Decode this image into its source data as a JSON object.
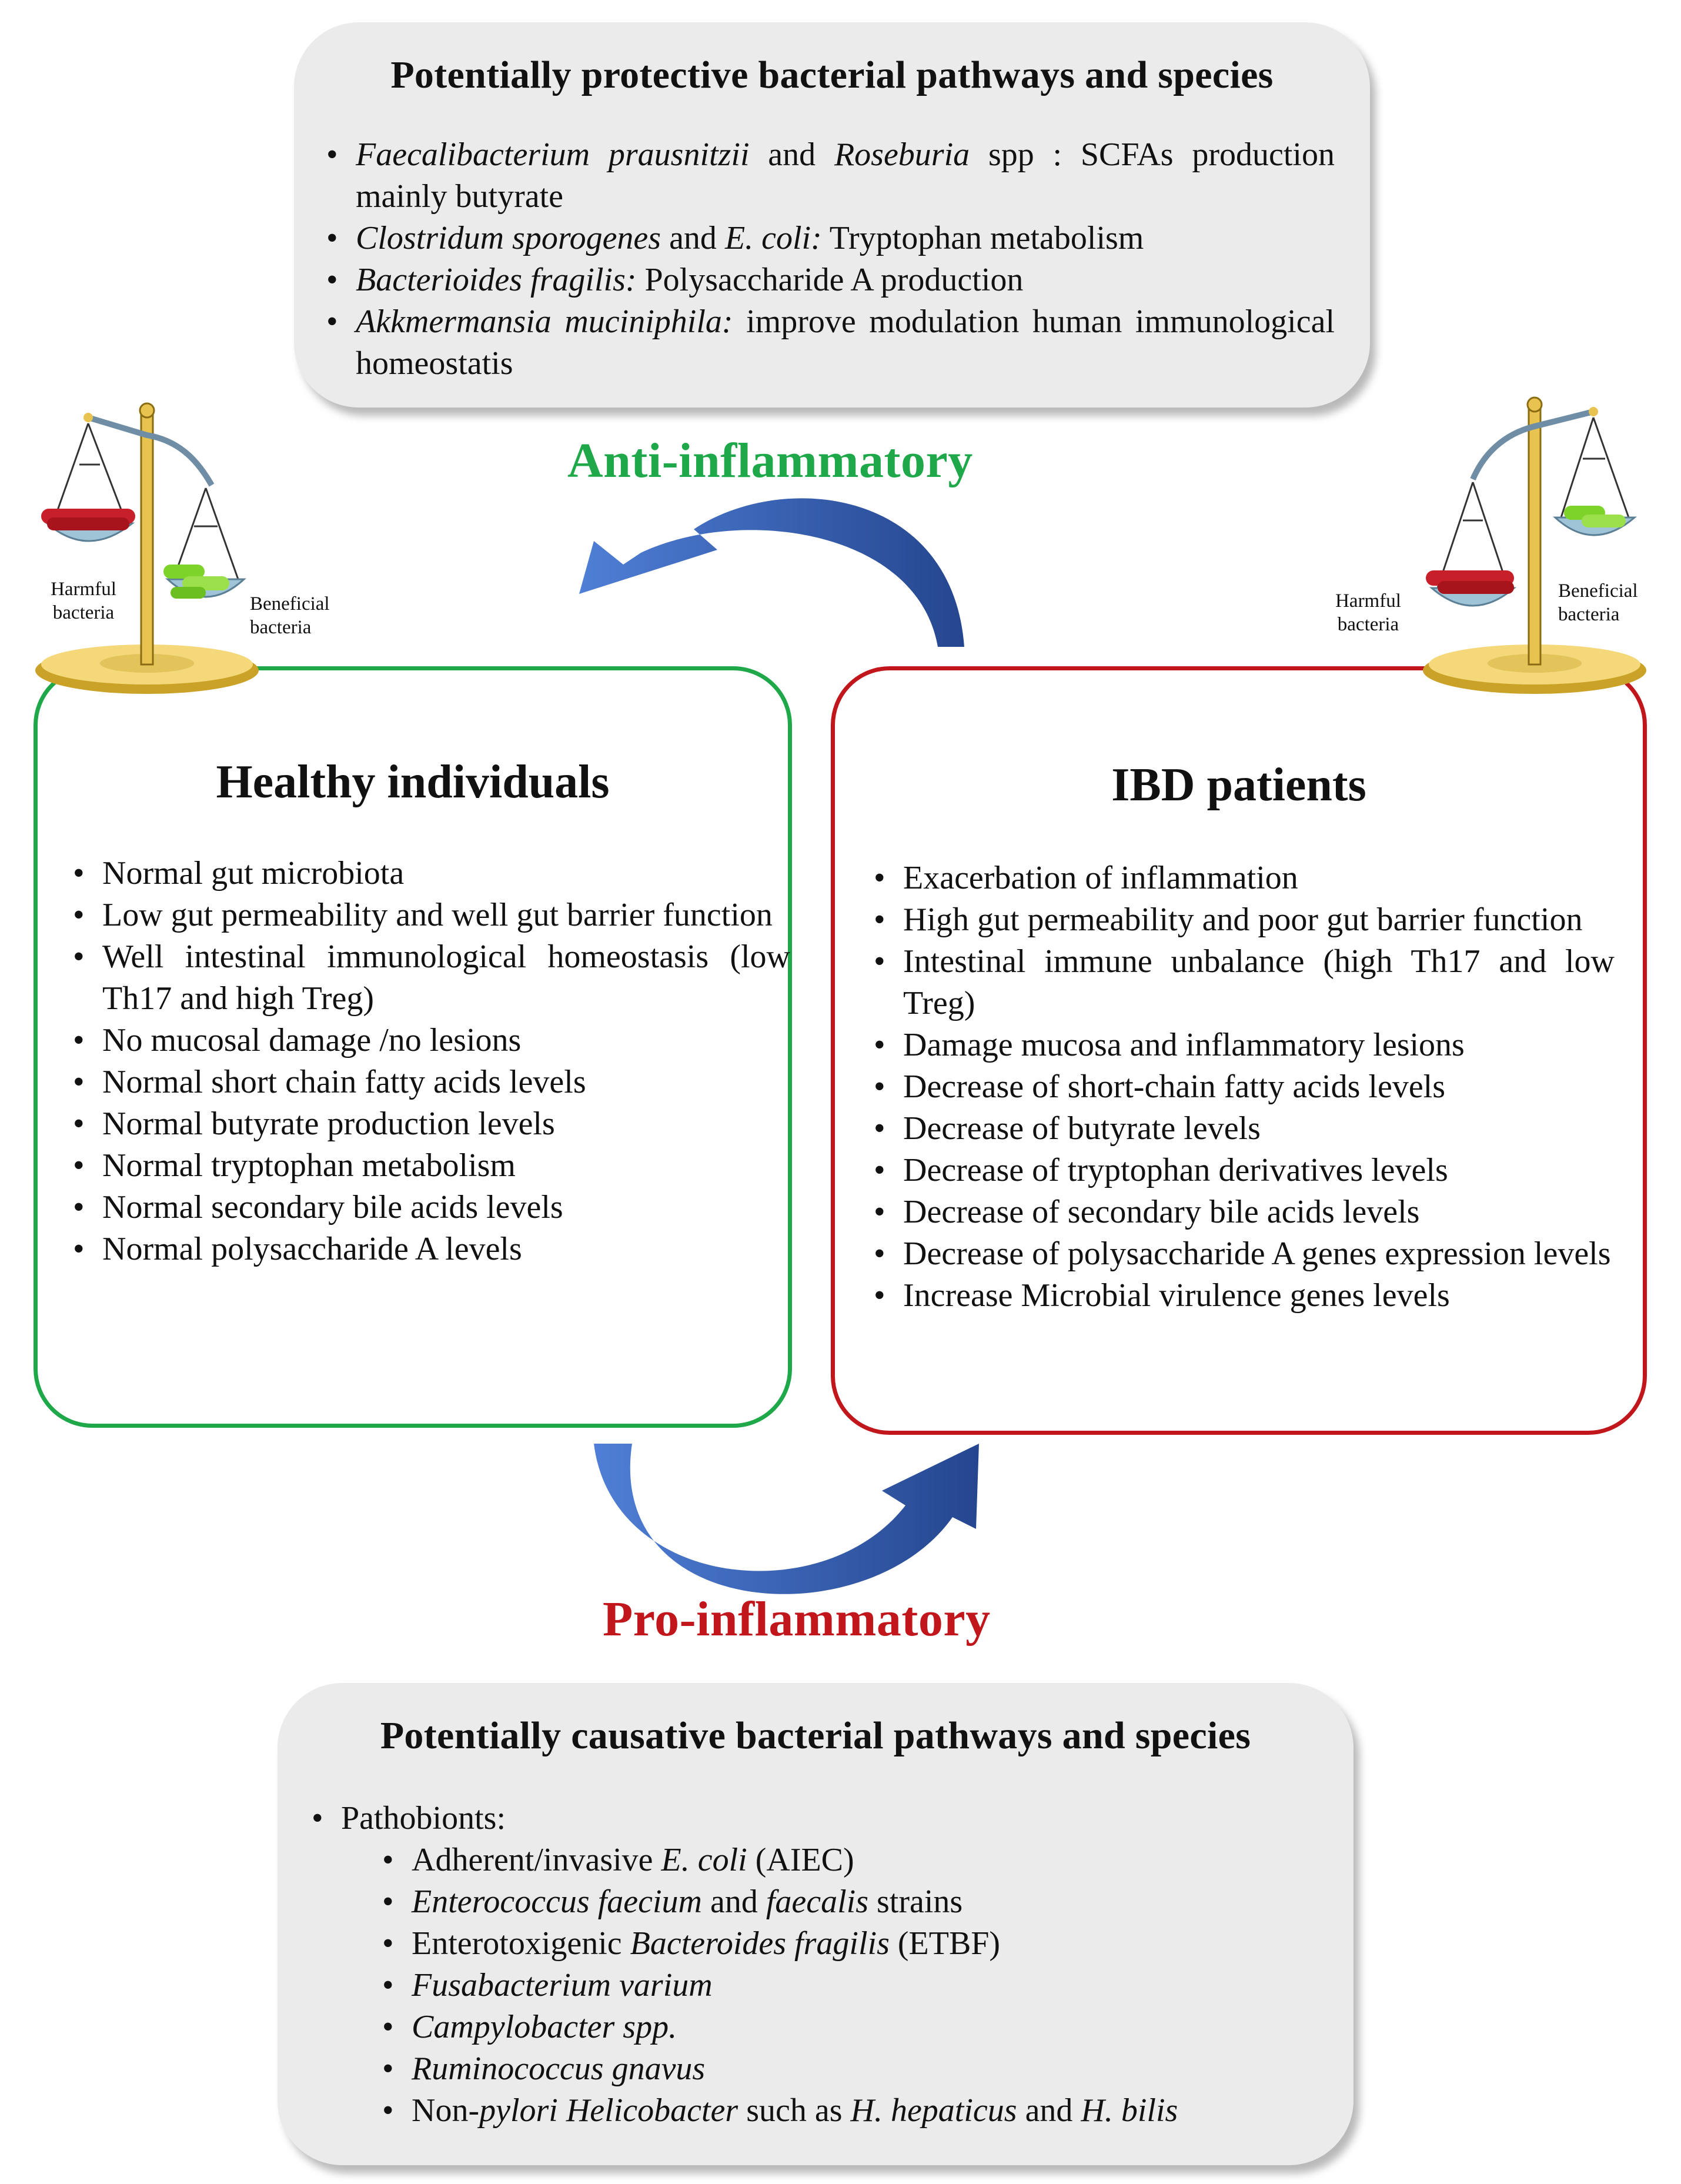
{
  "top_box": {
    "title": "Potentially protective bacterial pathways and species",
    "item1_species1": "Faecalibacterium prausnitzii",
    "item1_and": " and ",
    "item1_species2": "Roseburia",
    "item1_text": " spp : SCFAs production mainly butyrate",
    "item2_species1": "Clostridum sporogenes",
    "item2_and": " and ",
    "item2_species2": "E. coli:",
    "item2_text": " Tryptophan metabolism",
    "item3_species": "Bacterioides fragilis:",
    "item3_text": " Polysaccharide A production",
    "item4_species": "Akkmermansia muciniphila:",
    "item4_text": " improve modulation human immunological homeostatis"
  },
  "arrows": {
    "anti_label": "Anti-inflammatory",
    "pro_label": "Pro-inflammatory",
    "arrow_color": "#3a63b8"
  },
  "healthy": {
    "title": "Healthy individuals",
    "border_color": "#1ea84a",
    "items": [
      "Normal gut microbiota",
      "Low gut permeability and well gut barrier function",
      "Well intestinal immunological homeostasis (low Th17 and high Treg)",
      "No mucosal damage /no lesions",
      "Normal short chain fatty acids levels",
      "Normal butyrate production levels",
      "Normal tryptophan metabolism",
      "Normal secondary bile acids levels",
      "Normal polysaccharide A levels"
    ]
  },
  "ibd": {
    "title": "IBD patients",
    "border_color": "#c0161c",
    "items": [
      "Exacerbation of inflammation",
      "High gut permeability and poor gut barrier function",
      "Intestinal immune unbalance (high Th17 and low Treg)",
      "Damage mucosa and inflammatory lesions",
      "Decrease of short-chain fatty acids levels",
      "Decrease of butyrate levels",
      "Decrease of tryptophan derivatives levels",
      "Decrease of secondary bile acids levels",
      "Decrease of polysaccharide A genes expression levels",
      "Increase Microbial virulence genes levels"
    ]
  },
  "scales": {
    "harmful_label": "Harmful bacteria",
    "beneficial_label": "Beneficial bacteria",
    "harmful_color": "#c8202a",
    "beneficial_color": "#7ed32a"
  },
  "bottom_box": {
    "title": "Potentially causative bacterial pathways and species",
    "pathobionts_label": "Pathobionts:",
    "sub1_pre": "Adherent/invasive ",
    "sub1_species": "E. coli",
    "sub1_post": " (AIEC)",
    "sub2_species1": "Enterococcus faecium",
    "sub2_and": " and ",
    "sub2_species2": "faecalis",
    "sub2_post": " strains",
    "sub3_pre": "Enterotoxigenic ",
    "sub3_species": "Bacteroides fragilis",
    "sub3_post": " (ETBF)",
    "sub4_species": "Fusabacterium varium",
    "sub5_species": "Campylobacter spp.",
    "sub6_species": "Ruminococcus gnavus",
    "sub7_pre": "Non-",
    "sub7_species1": "pylori Helicobacter",
    "sub7_mid": " such as ",
    "sub7_species2": "H. hepaticus",
    "sub7_and": " and ",
    "sub7_species3": "H. bilis"
  }
}
